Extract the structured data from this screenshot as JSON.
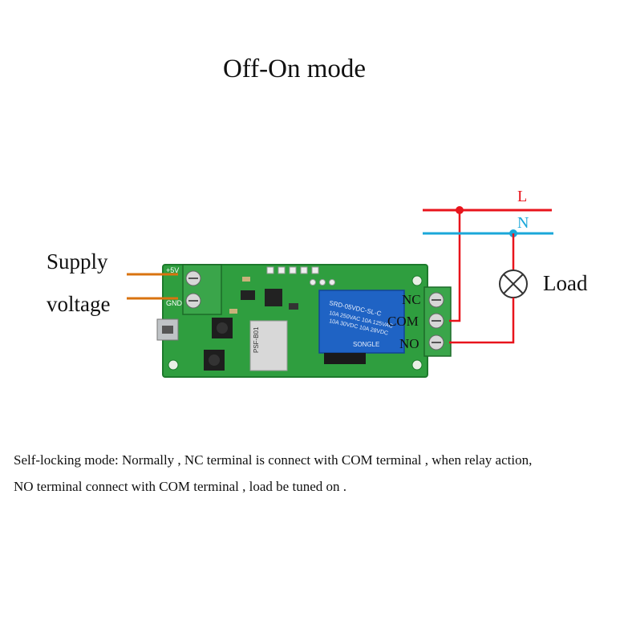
{
  "title": "Off-On mode",
  "supply": {
    "line1": "Supply",
    "line2": "voltage"
  },
  "board": {
    "pin_plus": "+5V",
    "pin_gnd": "GND",
    "relay_brand": "SONGLE",
    "relay_model": "SRD-05VDC-SL-C",
    "relay_rating_1": "10A 250VAC  10A 125VAC",
    "relay_rating_2": "10A 30VDC   10A 28VDC",
    "module_label": "PSF-B01"
  },
  "terminals": {
    "nc": "NC",
    "com": "COM",
    "no": "NO"
  },
  "lines": {
    "live": "L",
    "neutral": "N"
  },
  "load_label": "Load",
  "description": {
    "line1": "Self-locking mode: Normally , NC terminal is connect with COM terminal  , when relay action,",
    "line2": "NO terminal connect with COM terminal , load be tuned on ."
  },
  "colors": {
    "live": "#e8141c",
    "neutral": "#1aa7d9",
    "supply_wire": "#d9730f",
    "pcb": "#2f9e3f",
    "relay": "#1f63c4",
    "terminal": "#3aa54a"
  }
}
